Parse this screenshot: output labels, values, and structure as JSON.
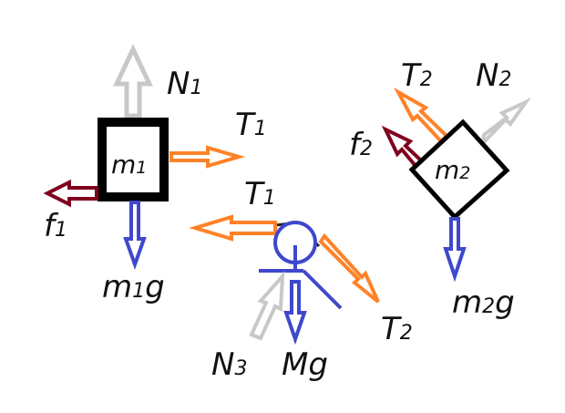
{
  "colors": {
    "normal": "#c8c8c8",
    "tension": "#ff8228",
    "friction": "#80001e",
    "gravity": "#3f48cc",
    "block": "#000000",
    "pulley": "#3f48cc"
  },
  "block1": {
    "name": "m",
    "sub": "1"
  },
  "block2": {
    "name": "m",
    "sub": "2"
  },
  "labels": {
    "N1": {
      "main": "N",
      "sub": "1"
    },
    "T1_block": {
      "main": "T",
      "sub": "1"
    },
    "f1": {
      "main": "f",
      "sub": "1"
    },
    "m1g": {
      "main": "m",
      "sub": "1",
      "tail": "g"
    },
    "T1_pulley": {
      "main": "T",
      "sub": "1"
    },
    "T2_pulley": {
      "main": "T",
      "sub": "2"
    },
    "N3": {
      "main": "N",
      "sub": "3"
    },
    "Mg": {
      "main": "Mg"
    },
    "T2_block": {
      "main": "T",
      "sub": "2"
    },
    "N2": {
      "main": "N",
      "sub": "2"
    },
    "f2": {
      "main": "f",
      "sub": "2"
    },
    "m2g": {
      "main": "m",
      "sub": "2",
      "tail": "g"
    }
  }
}
